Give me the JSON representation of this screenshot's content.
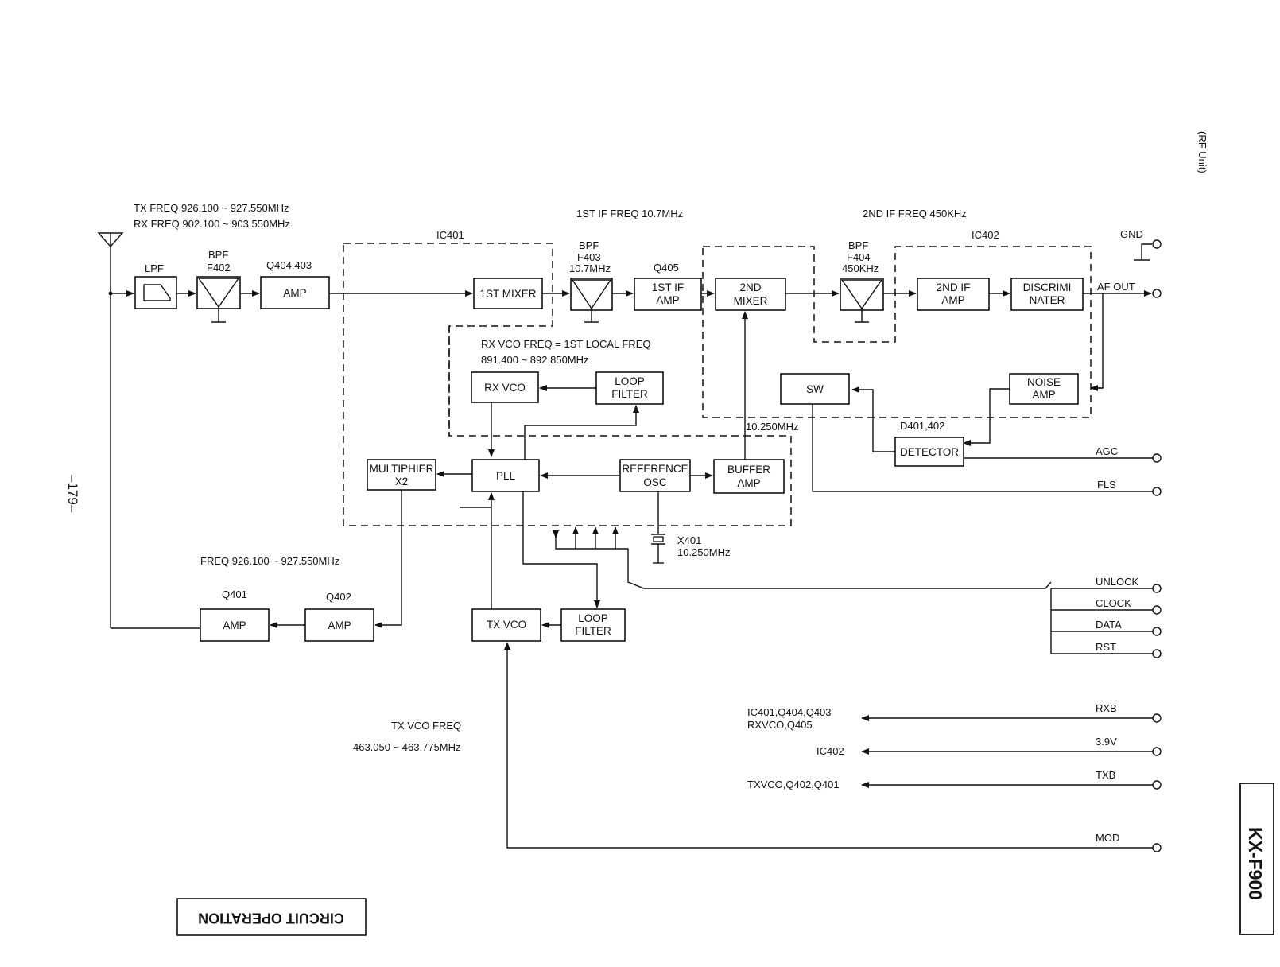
{
  "page": {
    "rf_unit": "(RF Unit)",
    "page_number": "–179–",
    "model": "KX-F900",
    "section_title": "CIRCUIT OPERATION"
  },
  "freq": {
    "tx": "TX FREQ  926.100 ~ 927.550MHz",
    "rx": "RX FREQ  902.100 ~ 903.550MHz",
    "if1": "1ST IF FREQ 10.7MHz",
    "if2": "2ND IF FREQ 450KHz",
    "rx_vco_1": "RX VCO FREQ = 1ST LOCAL FREQ",
    "rx_vco_2": "891.400 ~ 892.850MHz",
    "ref": "10.250MHz",
    "tx_out": "FREQ  926.100 ~ 927.550MHz",
    "tx_vco_1": "TX VCO FREQ",
    "tx_vco_2": "463.050 ~ 463.775MHz"
  },
  "labels": {
    "ic401": "IC401",
    "ic402": "IC402",
    "bpf": "BPF",
    "f402": "F402",
    "f403": "F403",
    "f403_freq": "10.7MHz",
    "f404": "F404",
    "f404_freq": "450KHz",
    "q404_403": "Q404,403",
    "q405": "Q405",
    "q401": "Q401",
    "q402": "Q402",
    "d401_402": "D401,402",
    "x401": "X401",
    "x401_freq": "10.250MHz"
  },
  "blocks": {
    "lpf": "LPF",
    "amp": "AMP",
    "mixer1": "1ST MIXER",
    "if1_amp_1": "1ST IF",
    "if1_amp_2": "AMP",
    "mixer2_1": "2ND",
    "mixer2_2": "MIXER",
    "if2_amp_1": "2ND IF",
    "if2_amp_2": "AMP",
    "disc_1": "DISCRIMI",
    "disc_2": "NATER",
    "rx_vco": "RX VCO",
    "loop_filter_1": "LOOP",
    "loop_filter_2": "FILTER",
    "sw": "SW",
    "noise_amp_1": "NOISE",
    "noise_amp_2": "AMP",
    "detector": "DETECTOR",
    "mult_1": "MULTIPHIER",
    "mult_2": "X2",
    "pll": "PLL",
    "ref_osc_1": "REFERENCE",
    "ref_osc_2": "OSC",
    "buffer_1": "BUFFER",
    "buffer_2": "AMP",
    "tx_vco": "TX VCO"
  },
  "terminals": {
    "gnd": "GND",
    "af_out": "AF OUT",
    "agc": "AGC",
    "fls": "FLS",
    "unlock": "UNLOCK",
    "clock": "CLOCK",
    "data": "DATA",
    "rst": "RST",
    "rxb": "RXB",
    "v39": "3.9V",
    "txb": "TXB",
    "mod": "MOD"
  },
  "supplies": {
    "rxb_1": "IC401,Q404,Q403",
    "rxb_2": "RXVCO,Q405",
    "v39": "IC402",
    "txb": "TXVCO,Q402,Q401"
  }
}
